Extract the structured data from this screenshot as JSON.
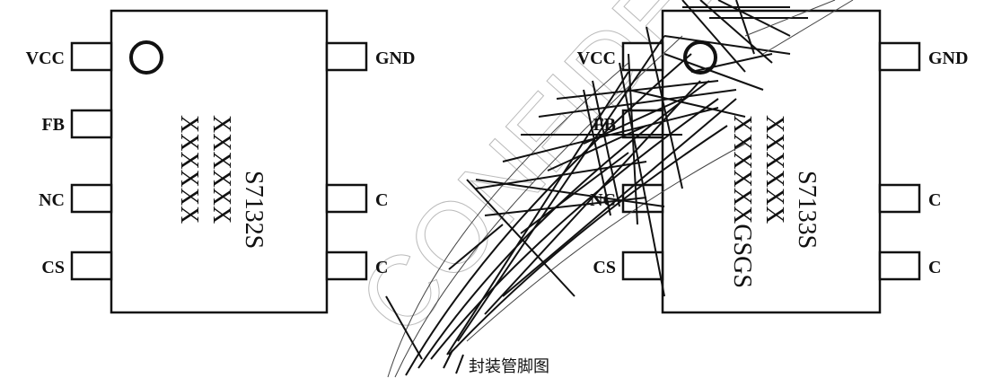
{
  "chip_left": {
    "pins_left": [
      "VCC",
      "FB",
      "NC",
      "CS"
    ],
    "pins_right": [
      "GND",
      "C",
      "C"
    ],
    "marking": [
      "XXXXXX",
      "XXXXXX",
      "S7132S"
    ]
  },
  "chip_right": {
    "pins_left": [
      "VCC",
      "FB",
      "NC",
      "CS"
    ],
    "pins_right": [
      "GND",
      "C",
      "C"
    ],
    "marking": [
      "XXXXXXGSGS",
      "XXXXXX",
      "S7133S"
    ]
  },
  "caption": "封装管脚图",
  "watermark": "CONFIDENTIAL"
}
